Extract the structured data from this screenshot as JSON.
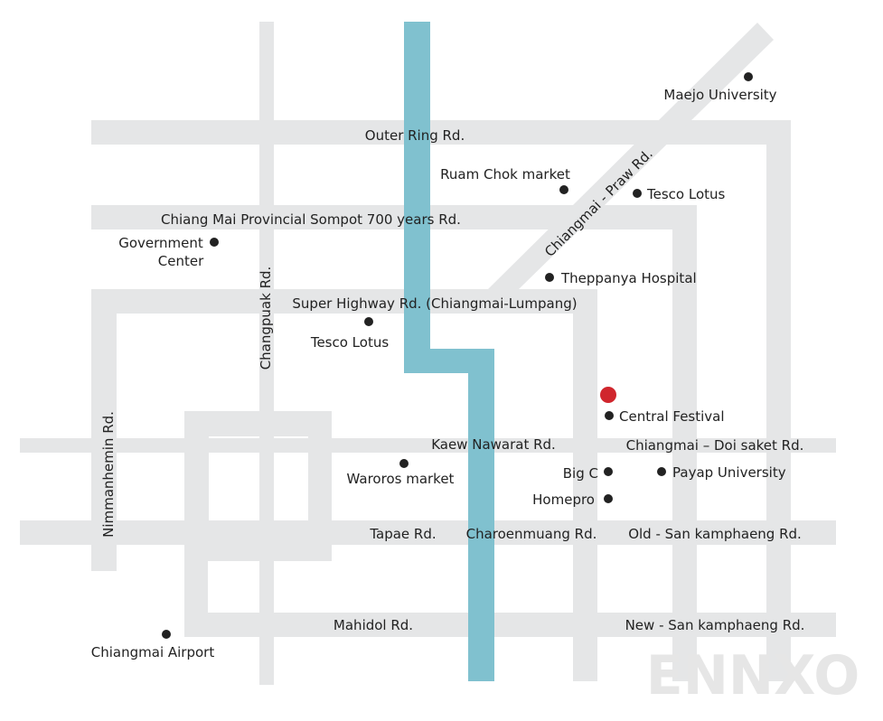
{
  "map": {
    "colors": {
      "road": "#e5e6e7",
      "river": "#80c1cf",
      "text": "#222222",
      "marker_dot": "#222222",
      "highlight": "#d0262d",
      "watermark": "#e6e6e6"
    },
    "roads": {
      "outer_ring": "Outer Ring Rd.",
      "provincial": "Chiang Mai Provincial Sompot 700 years Rd.",
      "super_highway": "Super Highway Rd. (Chiangmai-Lumpang)",
      "praw": "Chiangmai - Praw Rd.",
      "changpuak": "Changpuak Rd.",
      "nimmanhemin": "Nimmanhemin Rd.",
      "kaew_nawarat": "Kaew Nawarat Rd.",
      "doi_saket": "Chiangmai – Doi saket Rd.",
      "tapae": "Tapae Rd.",
      "charoenmuang": "Charoenmuang Rd.",
      "old_san_kamphaeng": "Old - San kamphaeng Rd.",
      "mahidol": "Mahidol Rd.",
      "new_san_kamphaeng": "New - San kamphaeng Rd."
    },
    "places": {
      "maejo": "Maejo University",
      "ruam_chok": "Ruam Chok market",
      "tesco_north": "Tesco Lotus",
      "government_line1": "Government",
      "government_line2": "Center",
      "theppanya": "Theppanya Hospital",
      "tesco_super": "Tesco Lotus",
      "central_festival": "Central Festival",
      "waroros": "Waroros market",
      "big_c": "Big C",
      "payap": "Payap University",
      "homepro": "Homepro",
      "airport": "Chiangmai Airport"
    },
    "watermark": "ENNXO"
  }
}
